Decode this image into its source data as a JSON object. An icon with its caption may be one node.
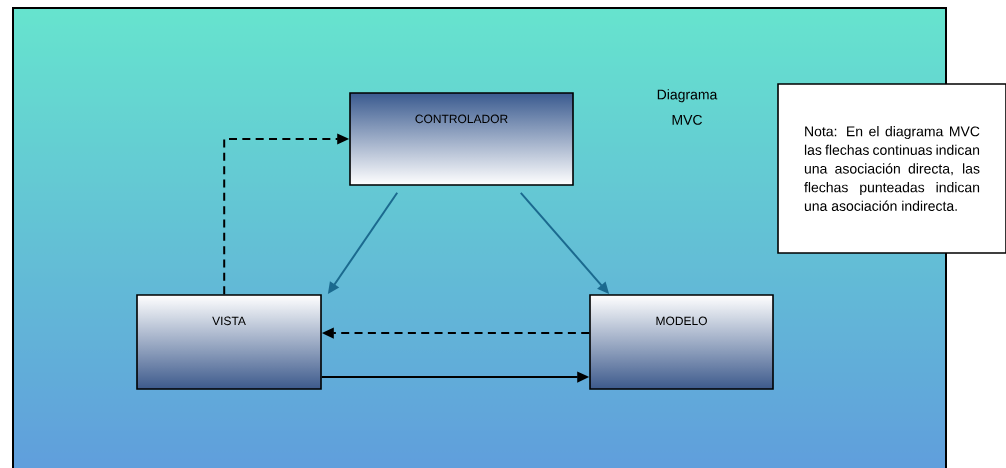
{
  "diagram": {
    "nodes": [
      {
        "text": [
          "CONTROLADOR"
        ]
      },
      {
        "text": [
          "VISTA"
        ]
      },
      {
        "text": [
          "MODELO"
        ]
      },
      {
        "text": [
          "Nota: En el diagrama MVC las flechas continuas indican una asociación directa, las flechas punteadas indican una asociación indirecta."
        ]
      }
    ],
    "edges": [
      {
        "from": 1,
        "to": 0,
        "arrow": "to",
        "style": "dashed"
      },
      {
        "from": 0,
        "to": 1,
        "arrow": "to",
        "color": "#1b6a8f"
      },
      {
        "from": 0,
        "to": 2,
        "arrow": "to",
        "color": "#1b6a8f"
      },
      {
        "from": 2,
        "to": 1,
        "arrow": "to",
        "style": "dashed"
      },
      {
        "from": 1,
        "to": 2,
        "arrow": "to"
      }
    ],
    "labels": [
      "Diagrama MVC"
    ]
  }
}
